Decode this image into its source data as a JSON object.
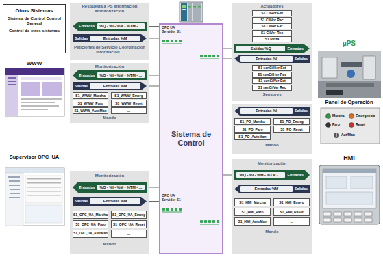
{
  "diagram": {
    "nodes": [
      {
        "text": [
          "Otros Sistemas",
          "Sistema de Control Control General",
          "Control de otros sistemas",
          "..."
        ]
      },
      {
        "text": [
          "Respuesta a PS Información Monitorización",
          "Peticiones de Servicio Coordinación Información..."
        ]
      },
      {
        "text": [
          "Entradas",
          "%Q - %I - %M - %TM - ..."
        ],
        "in": 1
      },
      {
        "text": [
          "Salidas",
          "Entradas %M"
        ],
        "in": 1
      },
      {
        "text": [
          "Monitorización",
          "Mando"
        ]
      },
      {
        "text": [
          "Entradas",
          "%Q - %I - %M - %TM - ..."
        ],
        "in": 4
      },
      {
        "text": [
          "Salidas",
          "Entradas %M"
        ],
        "in": 4
      },
      {
        "text": [
          "S1_WWW_Marcha"
        ],
        "in": 4
      },
      {
        "text": [
          "S1_WWW_Emerg"
        ],
        "in": 4
      },
      {
        "text": [
          "S1_WWW_Paro"
        ],
        "in": 4
      },
      {
        "text": [
          "S1_WWW_Reset"
        ],
        "in": 4
      },
      {
        "text": [
          "S1_WWW_AutoMan"
        ],
        "in": 4
      },
      {
        "text": [
          "..."
        ],
        "in": 4
      },
      {
        "text": [
          "Monitorización",
          "Mando"
        ]
      },
      {
        "text": [
          "Entradas",
          "%Q - %I - %M - %TM - ..."
        ],
        "in": 13
      },
      {
        "text": [
          "Salidas",
          "Entradas %M"
        ],
        "in": 13
      },
      {
        "text": [
          "S1_OPC_UA_Marcha"
        ],
        "in": 13
      },
      {
        "text": [
          "S1_OPC_UA_Emerg"
        ],
        "in": 13
      },
      {
        "text": [
          "S1_OPC_UA_Paro"
        ],
        "in": 13
      },
      {
        "text": [
          "S1_OPC_UA_Reset"
        ],
        "in": 13
      },
      {
        "text": [
          "S1_OPC_UA_AutoMan"
        ],
        "in": 13
      },
      {
        "text": [
          "..."
        ],
        "in": 13
      },
      {
        "text": [
          "Sistema de Control"
        ]
      },
      {
        "text": [
          "Actuadores",
          "Sensores"
        ]
      },
      {
        "text": [
          "S1 CilHor Ext"
        ],
        "in": 23
      },
      {
        "text": [
          "S1 CilHor Rec"
        ],
        "in": 23
      },
      {
        "text": [
          "S1 CilVer Ext"
        ],
        "in": 23
      },
      {
        "text": [
          "S1 CilVer Rec"
        ],
        "in": 23
      },
      {
        "text": [
          "S1 Pinza"
        ],
        "in": 23
      },
      {
        "text": [
          "Salidas %Q",
          "Entradas"
        ],
        "in": 23
      },
      {
        "text": [
          "Entradas %I",
          "Salidas"
        ],
        "in": 23
      },
      {
        "text": [
          "S1 senCilHor Ext"
        ],
        "in": 23
      },
      {
        "text": [
          "S1 senCilHor Rec"
        ],
        "in": 23
      },
      {
        "text": [
          "S1 senCilVer Ext"
        ],
        "in": 23
      },
      {
        "text": [
          "S1 senCilVer Rec"
        ],
        "in": 23
      },
      {
        "text": [
          "Mando"
        ]
      },
      {
        "text": [
          "Entradas %I",
          "Salidas"
        ],
        "in": 35
      },
      {
        "text": [
          "S1_PO_Marcha"
        ],
        "in": 35
      },
      {
        "text": [
          "S1_PO_Emerg"
        ],
        "in": 35
      },
      {
        "text": [
          "S1_PO_Paro"
        ],
        "in": 35
      },
      {
        "text": [
          "S1_PO_Reset"
        ],
        "in": 35
      },
      {
        "text": [
          "S1_PO_AutoMan"
        ],
        "in": 35
      },
      {
        "text": [
          "Monitorización",
          "Mando"
        ]
      },
      {
        "text": [
          "%Q - %I - %M - %TM - ...",
          "Entradas"
        ],
        "in": 42
      },
      {
        "text": [
          "Entradas %M",
          "Salidas"
        ],
        "in": 42
      },
      {
        "text": [
          "S1_HMI_Marcha"
        ],
        "in": 42
      },
      {
        "text": [
          "S1_HMI_Emerg"
        ],
        "in": 42
      },
      {
        "text": [
          "S1_HMI_Paro"
        ],
        "in": 42
      },
      {
        "text": [
          "S1_HMI_Reset"
        ],
        "in": 42
      },
      {
        "text": [
          "S1_HMI_AutoMan"
        ],
        "in": 42
      },
      {
        "text": [
          "..."
        ],
        "in": 42
      }
    ],
    "edges": [
      {
        "from": 22,
        "to": 2,
        "arrow": "none"
      },
      {
        "from": 22,
        "to": 3,
        "arrow": "none"
      },
      {
        "from": 22,
        "to": 5,
        "arrow": "none"
      },
      {
        "from": 22,
        "to": 6,
        "arrow": "none"
      },
      {
        "from": 22,
        "to": 14,
        "arrow": "none"
      },
      {
        "from": 22,
        "to": 15,
        "arrow": "none"
      },
      {
        "from": 22,
        "to": 29,
        "arrow": "none"
      },
      {
        "from": 22,
        "to": 30,
        "arrow": "none"
      },
      {
        "from": 22,
        "to": 36,
        "arrow": "none"
      },
      {
        "from": 22,
        "to": 43,
        "arrow": "none"
      },
      {
        "from": 22,
        "to": 44,
        "arrow": "none"
      }
    ],
    "labels": [
      "WWW",
      "Supervisor OPC_UA",
      "OPC UA Servidor S1",
      "OPC UA Servidor S1",
      "µPS",
      "Panel de Operación",
      "Marcha",
      "Emergencia",
      "Paro",
      "Reset",
      "Aut/Man",
      "HMI"
    ]
  }
}
